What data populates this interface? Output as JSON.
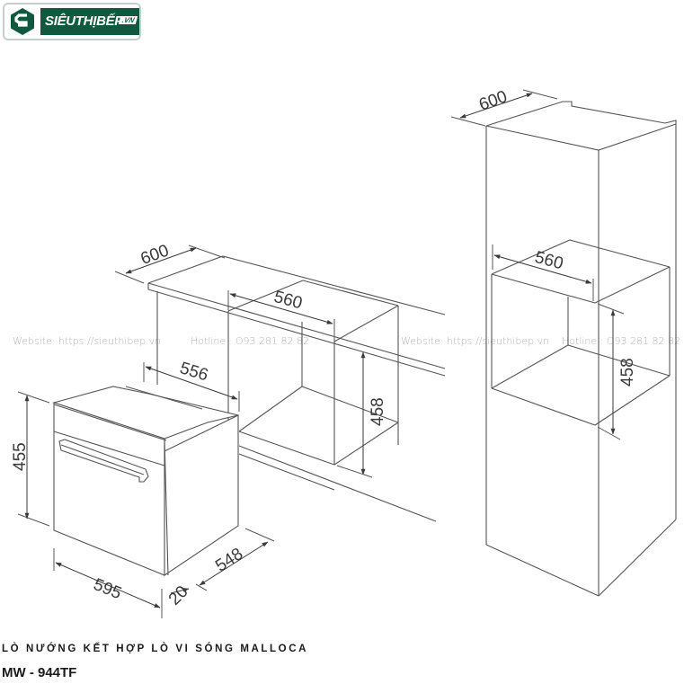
{
  "brand": {
    "name": "SIÊUTHỊBẾP",
    "tld": ".VN",
    "colors": {
      "primary": "#0f5a3e",
      "border": "#c9cfcc"
    }
  },
  "watermark": {
    "website": "Website: https://sieuthibep.vn",
    "hotline": "Hotline : O93 281 82 82"
  },
  "product": {
    "title": "LÒ NƯỚNG KẾT HỢP LÒ VI SÓNG MALLOCA",
    "model": "MW - 944TF"
  },
  "diagram": {
    "line_color": "#555555",
    "oven": {
      "height": "455",
      "width": "595",
      "depth": "548",
      "front_depth": "20",
      "top_depth": "556"
    },
    "under_counter_cutout": {
      "counter_depth": "600",
      "cutout_width": "560",
      "cutout_height": "458"
    },
    "tall_cabinet_cutout": {
      "cabinet_depth": "600",
      "cutout_width": "560",
      "cutout_height": "458"
    }
  }
}
